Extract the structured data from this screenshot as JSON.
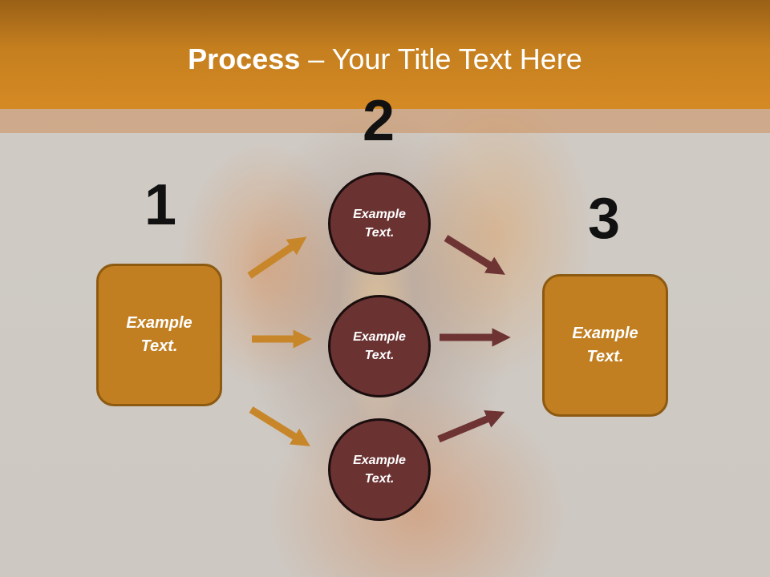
{
  "slide": {
    "title_bold": "Process",
    "title_rest": " – Your Title Text Here"
  },
  "steps": {
    "step1": "1",
    "step2": "2",
    "step3": "3"
  },
  "nodes": {
    "left_box": "Example\nText.",
    "circle_top": "Example\nText.",
    "circle_middle": "Example\nText.",
    "circle_bottom": "Example\nText.",
    "right_box": "Example\nText."
  },
  "colors": {
    "header": "#c57f1f",
    "box_fill": "#c17f21",
    "circle_fill": "#6b3232",
    "arrow_left": "#c8862a",
    "arrow_right": "#6e3434"
  }
}
